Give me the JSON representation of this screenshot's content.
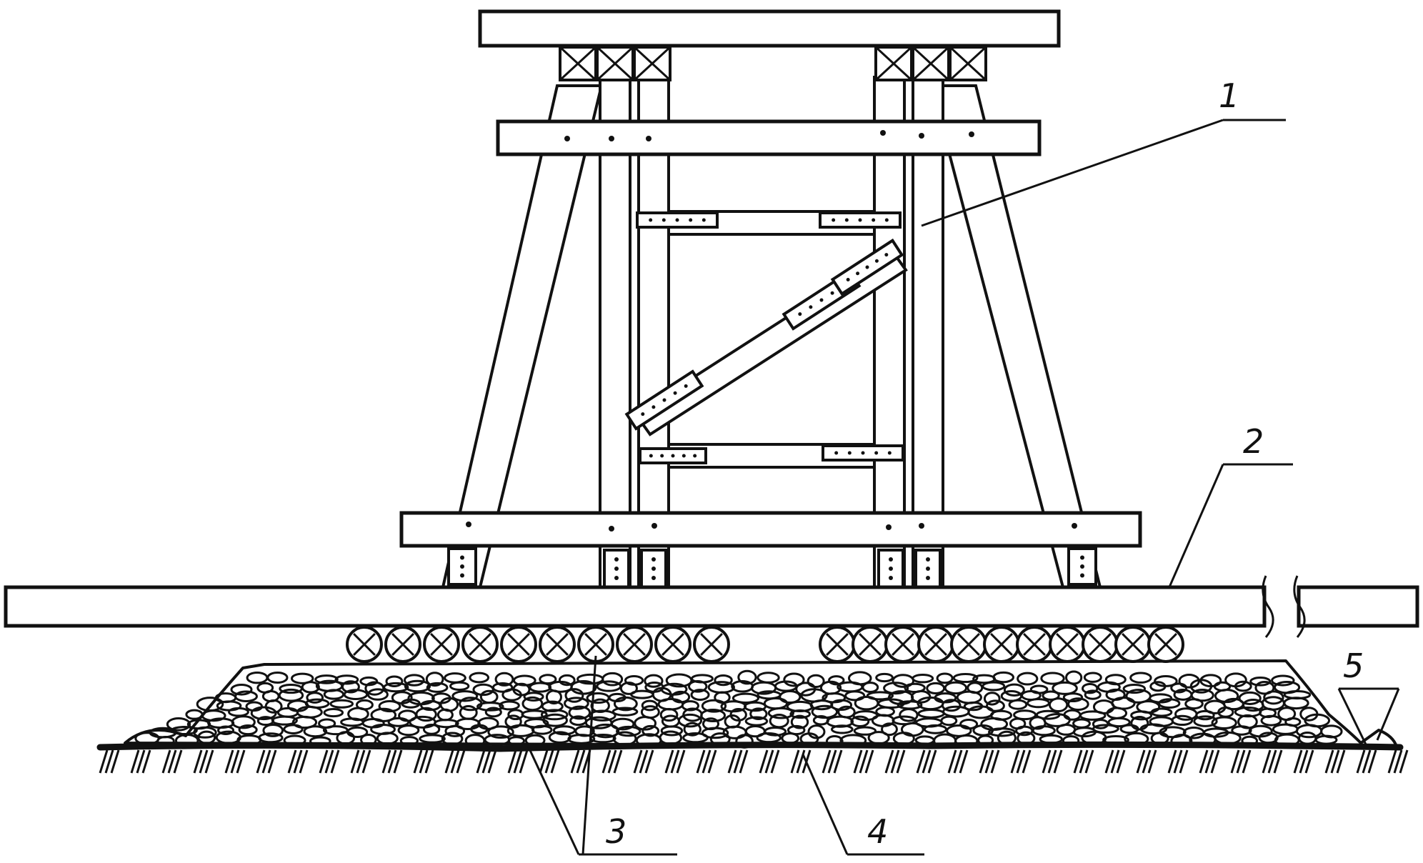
{
  "labels": {
    "tower": "1",
    "beam": "2",
    "logs": "3",
    "ground": "4",
    "edge": "5"
  }
}
